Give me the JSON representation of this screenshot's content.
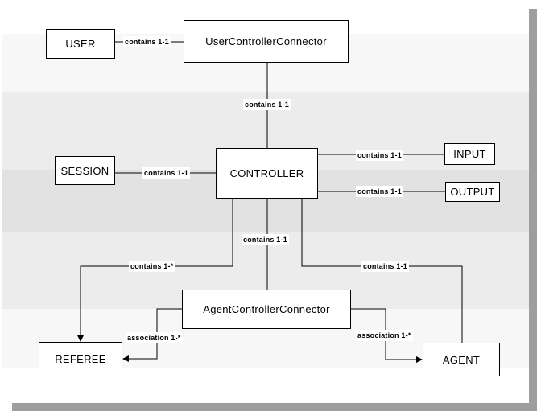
{
  "diagram": {
    "nodes": [
      {
        "id": "user",
        "label": "USER"
      },
      {
        "id": "user-controller-connector",
        "label": "UserControllerConnector"
      },
      {
        "id": "session",
        "label": "SESSION"
      },
      {
        "id": "controller",
        "label": "CONTROLLER"
      },
      {
        "id": "input",
        "label": "INPUT"
      },
      {
        "id": "output",
        "label": "OUTPUT"
      },
      {
        "id": "referee",
        "label": "REFEREE"
      },
      {
        "id": "agent-controller-connector",
        "label": "AgentControllerConnector"
      },
      {
        "id": "agent",
        "label": "AGENT"
      }
    ],
    "edges": [
      {
        "from": "USER",
        "to": "UserControllerConnector",
        "label": "contains 1-1",
        "arrow": false
      },
      {
        "from": "UserControllerConnector",
        "to": "CONTROLLER",
        "label": "contains 1-1",
        "arrow": false
      },
      {
        "from": "SESSION",
        "to": "CONTROLLER",
        "label": "contains 1-1",
        "arrow": false
      },
      {
        "from": "CONTROLLER",
        "to": "INPUT",
        "label": "contains 1-1",
        "arrow": false
      },
      {
        "from": "CONTROLLER",
        "to": "OUTPUT",
        "label": "contains 1-1",
        "arrow": false
      },
      {
        "from": "CONTROLLER",
        "to": "AgentControllerConnector",
        "label": "contains 1-1",
        "arrow": false
      },
      {
        "from": "CONTROLLER",
        "to": "REFEREE",
        "label": "contains 1-*",
        "arrow": true
      },
      {
        "from": "CONTROLLER",
        "to": "AGENT",
        "label": "contains 1-1",
        "arrow": false
      },
      {
        "from": "AgentControllerConnector",
        "to": "REFEREE",
        "label": "association 1-*",
        "arrow": true
      },
      {
        "from": "AgentControllerConnector",
        "to": "AGENT",
        "label": "association 1-*",
        "arrow": true
      }
    ]
  },
  "colors": {
    "line": "#000000",
    "box-border": "#000000",
    "box-bg": "#ffffff",
    "band-light": "#f7f7f7",
    "band-mid": "#ececec",
    "band-dark": "#e2e2e2",
    "shadow": "#9e9e9e",
    "label-bg": "#ffffff",
    "text": "#000000"
  }
}
